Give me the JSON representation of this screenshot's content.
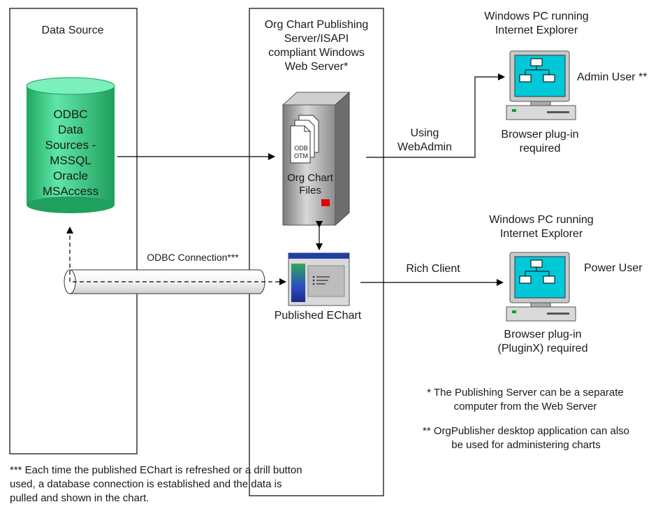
{
  "data_source": {
    "title": "Data Source",
    "cylinder_lines": [
      "ODBC",
      "Data",
      "Sources -",
      "MSSQL",
      "Oracle",
      "MSAccess"
    ]
  },
  "server": {
    "title_lines": [
      "Org Chart Publishing",
      "Server/ISAPI",
      "compliant Windows",
      "Web Server*"
    ],
    "doc_labels": [
      "ODB",
      "OTM"
    ],
    "files_lines": [
      "Org Chart",
      "Files"
    ],
    "echart_label": "Published EChart"
  },
  "connections": {
    "odbc": "ODBC Connection***",
    "webadmin_lines": [
      "Using",
      "WebAdmin"
    ],
    "rich_client": "Rich Client"
  },
  "clients": [
    {
      "header_lines": [
        "Windows PC running",
        "Internet Explorer"
      ],
      "role": "Admin User **",
      "footer_lines": [
        "Browser plug-in",
        "required"
      ]
    },
    {
      "header_lines": [
        "Windows PC running",
        "Internet Explorer"
      ],
      "role": "Power User",
      "footer_lines": [
        "Browser plug-in",
        "(PluginX) required"
      ]
    }
  ],
  "notes": {
    "single": [
      "* The Publishing Server can be a separate",
      "computer from the Web Server"
    ],
    "double": [
      "** OrgPublisher desktop application can also",
      "be used for administering charts"
    ],
    "triple": [
      "*** Each time the published EChart is refreshed or a drill button",
      "used, a database connection is established and the data is",
      "pulled and shown in the chart."
    ]
  },
  "colors": {
    "cylinder": "#3ecf8e",
    "monitor_screen": "#00c8d8",
    "server_body": "#a8a8a8",
    "server_light": "#e00000",
    "echart_header": "#1f3ea8"
  }
}
